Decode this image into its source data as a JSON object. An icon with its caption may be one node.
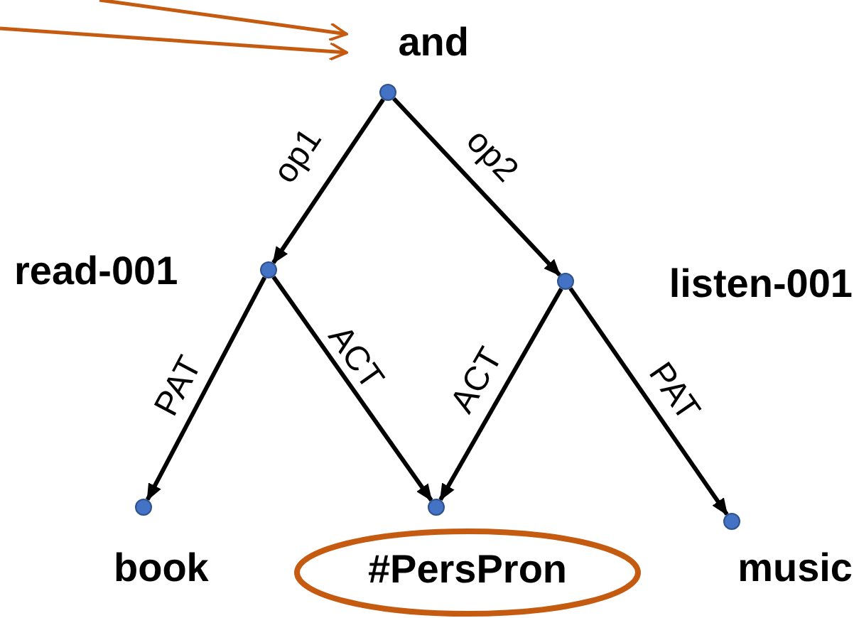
{
  "diagram": {
    "nodes": [
      {
        "text": [
          "and"
        ]
      },
      {
        "text": [
          "read-001"
        ]
      },
      {
        "text": [
          "listen-001"
        ]
      },
      {
        "text": [
          "book"
        ]
      },
      {
        "text": [
          "#PersPron"
        ]
      },
      {
        "text": [
          "music"
        ]
      }
    ],
    "edges": [
      {
        "from": null,
        "to": 0,
        "arrow": "to",
        "color": "#c55a11"
      },
      {
        "from": null,
        "to": 0,
        "arrow": "to",
        "color": "#c55a11"
      },
      {
        "from": 0,
        "to": 1,
        "arrow": "to",
        "label": "op1"
      },
      {
        "from": 0,
        "to": 2,
        "arrow": "to",
        "label": "op2"
      },
      {
        "from": 1,
        "to": 3,
        "arrow": "to",
        "label": "PAT"
      },
      {
        "from": 1,
        "to": 4,
        "arrow": "to",
        "label": "ACT"
      },
      {
        "from": 2,
        "to": 4,
        "arrow": "to",
        "label": "ACT"
      },
      {
        "from": 2,
        "to": 5,
        "arrow": "to",
        "label": "PAT"
      }
    ]
  }
}
